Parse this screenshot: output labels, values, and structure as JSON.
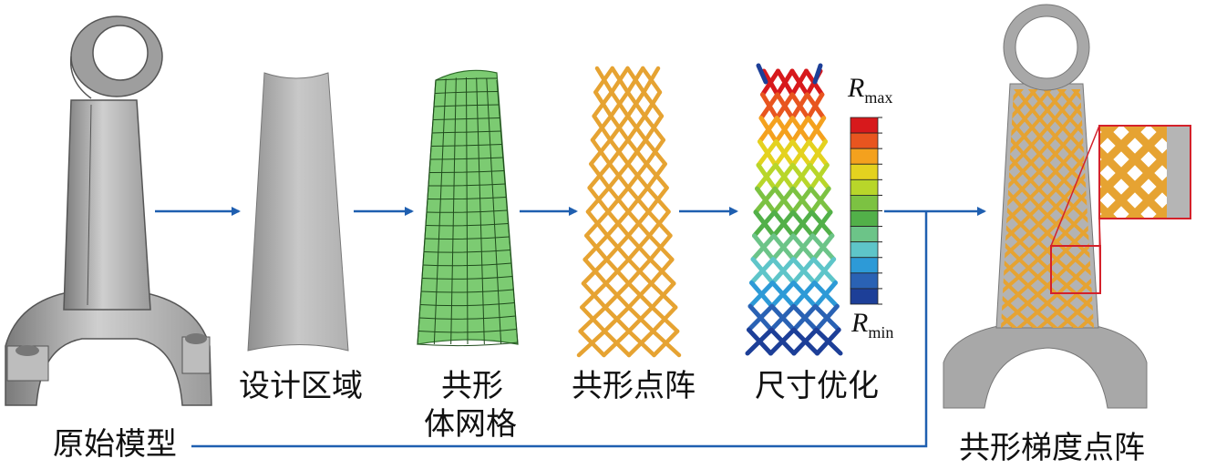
{
  "steps": {
    "original_model": "原始模型",
    "design_domain": "设计区域",
    "conformal_mesh_line1": "共形",
    "conformal_mesh_line2": "体网格",
    "conformal_lattice": "共形点阵",
    "size_optimization": "尺寸优化",
    "graded_lattice": "共形梯度点阵"
  },
  "legend": {
    "max_symbol": "R",
    "max_sub": "max",
    "min_symbol": "R",
    "min_sub": "min",
    "colors": [
      "#d7191c",
      "#e8551f",
      "#f4a11e",
      "#e4d21f",
      "#b8d62a",
      "#7cc242",
      "#52b049",
      "#6cc488",
      "#5ec5c9",
      "#2d9ad7",
      "#2a62b4",
      "#1d3f98"
    ]
  },
  "colors": {
    "arrow": "#1f5fb0",
    "part_gray": "#a3a3a3",
    "lattice": "#e6a332",
    "mesh_green": "#7ccb72",
    "zoom_box": "#d4212a"
  }
}
